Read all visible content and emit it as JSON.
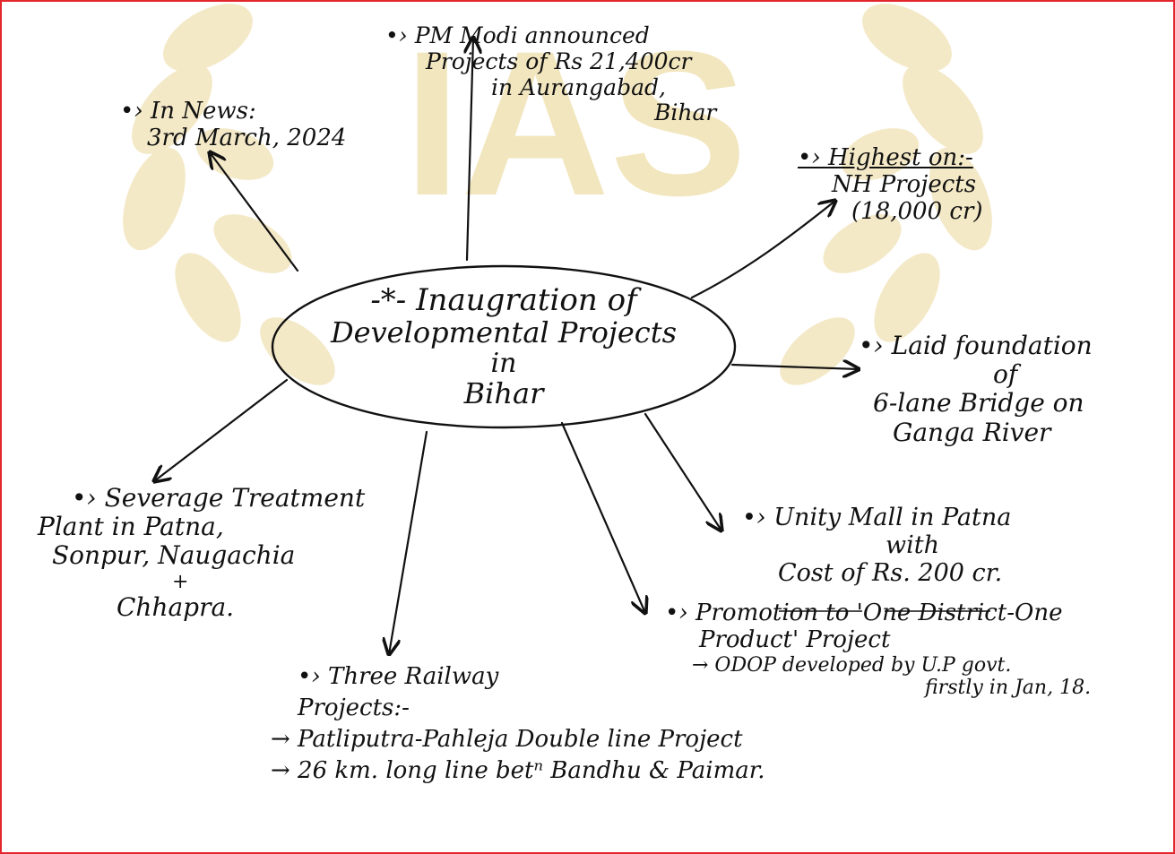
{
  "watermark": {
    "text": "IAS",
    "color": "#f0e2b3",
    "laurel_color": "#f3e7c2"
  },
  "frame_color": "#e2262b",
  "center": {
    "marker": "-*-",
    "lines": [
      "Inaugration of",
      "Developmental Projects",
      "in",
      "Bihar"
    ]
  },
  "news": {
    "lines": [
      "•› In News:",
      "3rd March, 2024"
    ]
  },
  "announced": {
    "lines": [
      "•› PM Modi announced",
      "Projects of Rs 21,400cr",
      "in Aurangabad,",
      "Bihar"
    ]
  },
  "highest": {
    "label": "•› Highest on:-",
    "lines": [
      "NH Projects",
      "(18,000 cr)"
    ]
  },
  "bridge": {
    "lines": [
      "•› Laid foundation",
      "of",
      "6-lane Bridge on",
      "Ganga River"
    ]
  },
  "unity": {
    "lines": [
      "•› Unity Mall in Patna",
      "with"
    ],
    "cost_label": "Cost",
    "cost_of": " of ",
    "cost_value": "Rs. 200 cr."
  },
  "odop": {
    "lines": [
      "•› Promotion to 'One District-One",
      "Product' Project",
      "→ ODOP developed by U.P govt.",
      "firstly in Jan, 18."
    ]
  },
  "railway": {
    "lines": [
      "•› Three Railway",
      "Projects:-",
      "→ Patliputra-Pahleja Double line Project",
      "→ 26 km. long line betⁿ Bandhu & Paimar."
    ]
  },
  "sewerage": {
    "lines": [
      "•› Severage Treatment",
      "Plant in Patna,",
      "Sonpur, Naugachia",
      "+",
      "Chhapra."
    ]
  }
}
